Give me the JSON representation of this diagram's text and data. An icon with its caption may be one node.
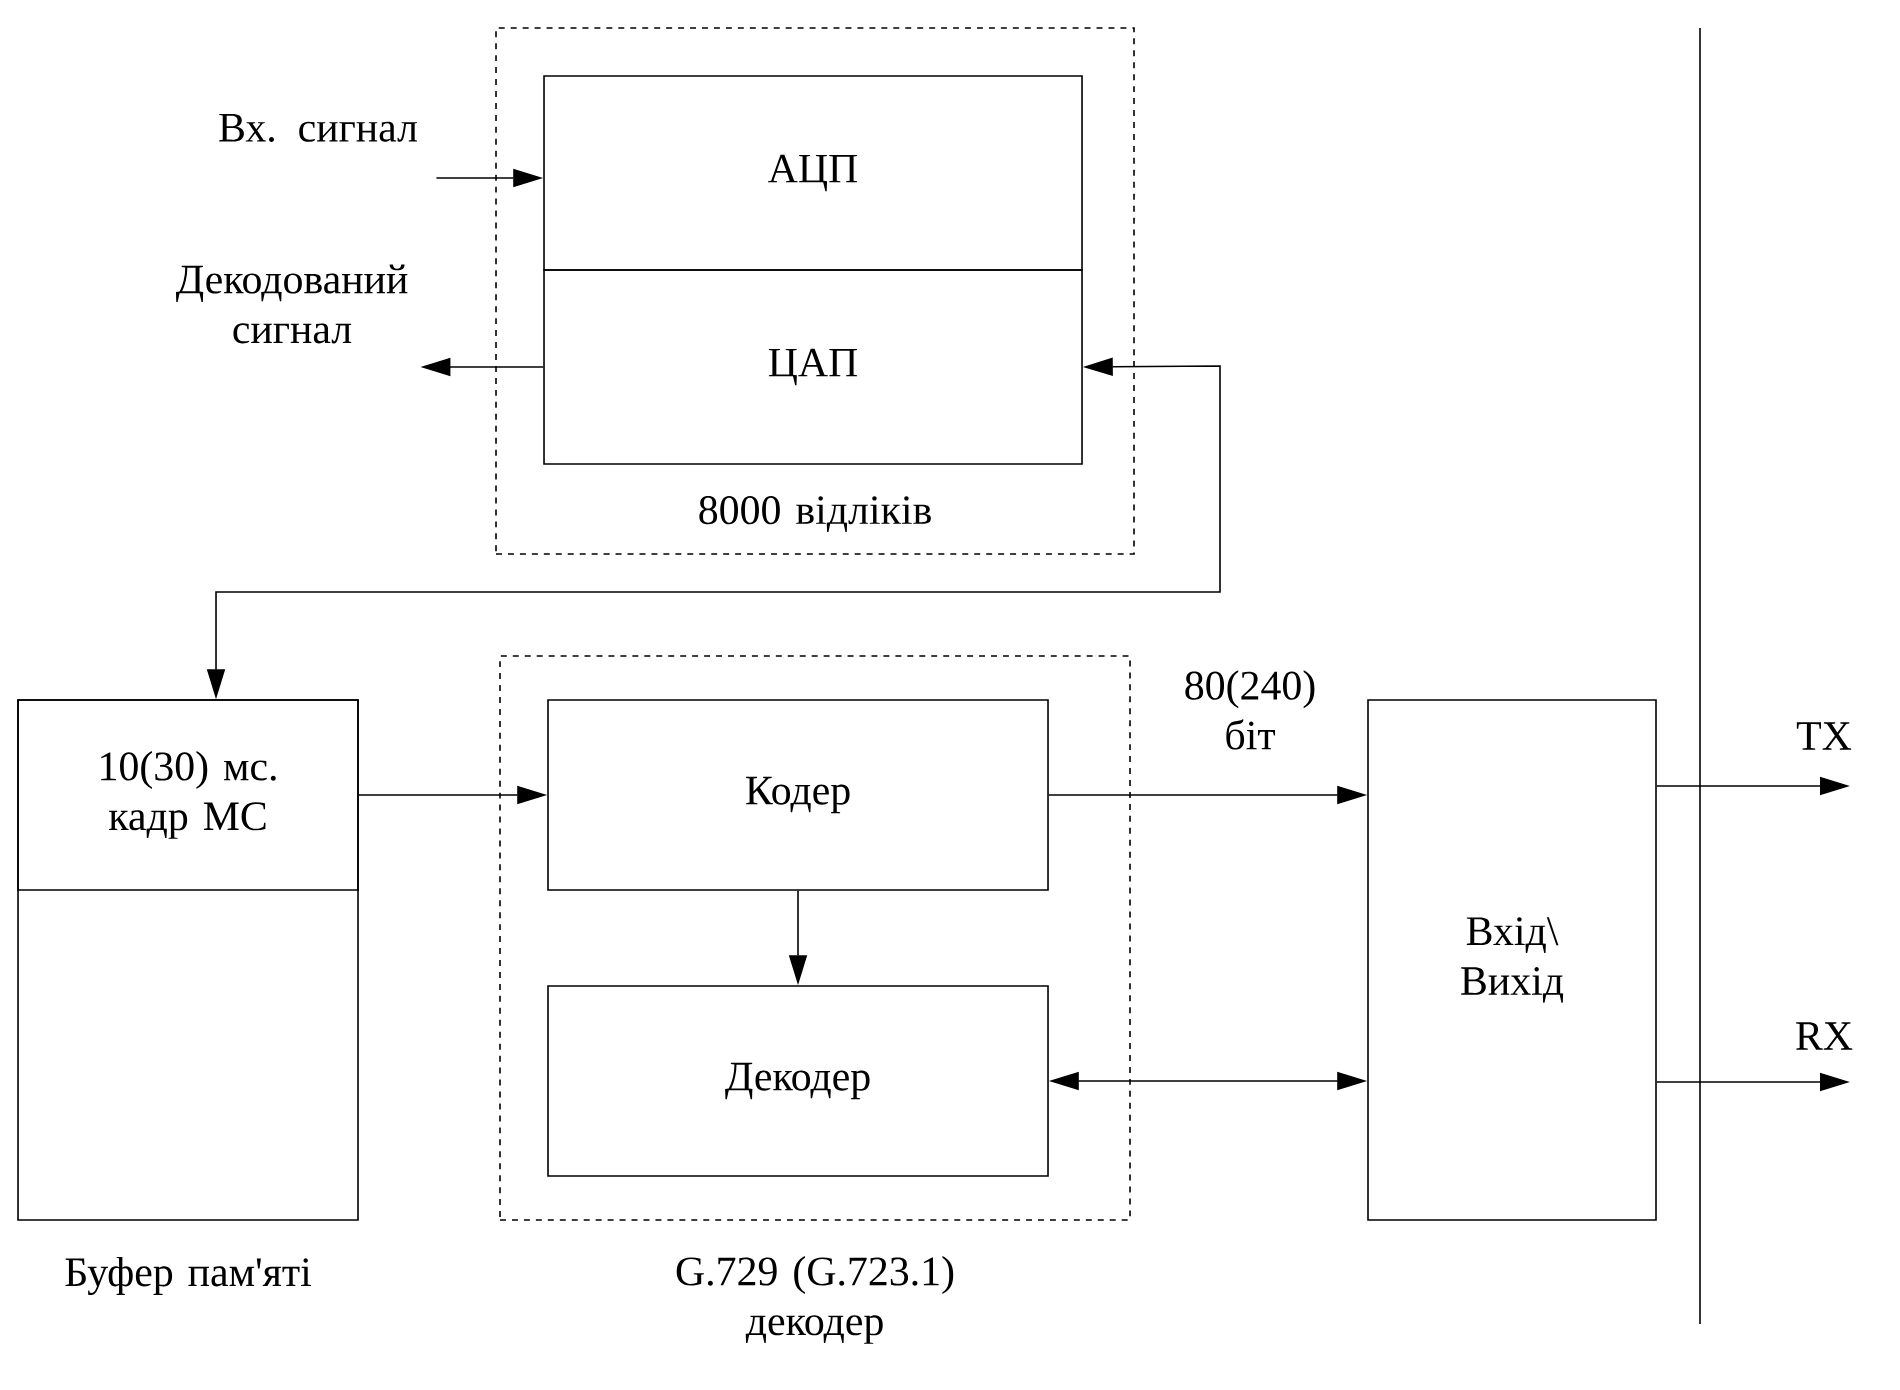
{
  "diagram": {
    "nodes": [
      {
        "text": [
          "8000 відліків"
        ]
      },
      {
        "text": [
          "АЦП"
        ],
        "in": 0
      },
      {
        "text": [
          "ЦАП"
        ],
        "in": 0
      },
      {
        "text": [
          "Буфер пам'яті"
        ]
      },
      {
        "text": [
          "10(30) мс. кадр МС"
        ],
        "in": 3
      },
      {
        "text": [
          "G.729 (G.723.1) декодер"
        ]
      },
      {
        "text": [
          "Кодер"
        ],
        "in": 5
      },
      {
        "text": [
          "Декодер"
        ],
        "in": 5
      },
      {
        "text": [
          "Вхід\\ Вихід"
        ]
      },
      {
        "text": [
          "Вх. сигнал"
        ]
      },
      {
        "text": [
          "Декодований сигнал"
        ]
      }
    ],
    "edges": [
      {
        "from": 9,
        "to": 1,
        "arrow": "to"
      },
      {
        "from": 2,
        "to": 10,
        "arrow": "to"
      },
      {
        "from": 4,
        "to": 2,
        "arrow": "both"
      },
      {
        "from": 4,
        "to": 6,
        "arrow": "to"
      },
      {
        "from": 6,
        "to": 8,
        "arrow": "to",
        "label": "80(240) біт"
      },
      {
        "from": 6,
        "to": 7,
        "arrow": "to"
      },
      {
        "from": 7,
        "to": 8,
        "arrow": "both"
      },
      {
        "from": 8,
        "to": null,
        "arrow": "to",
        "label": "TX"
      },
      {
        "from": 8,
        "to": null,
        "arrow": "to",
        "label": "RX"
      }
    ]
  }
}
